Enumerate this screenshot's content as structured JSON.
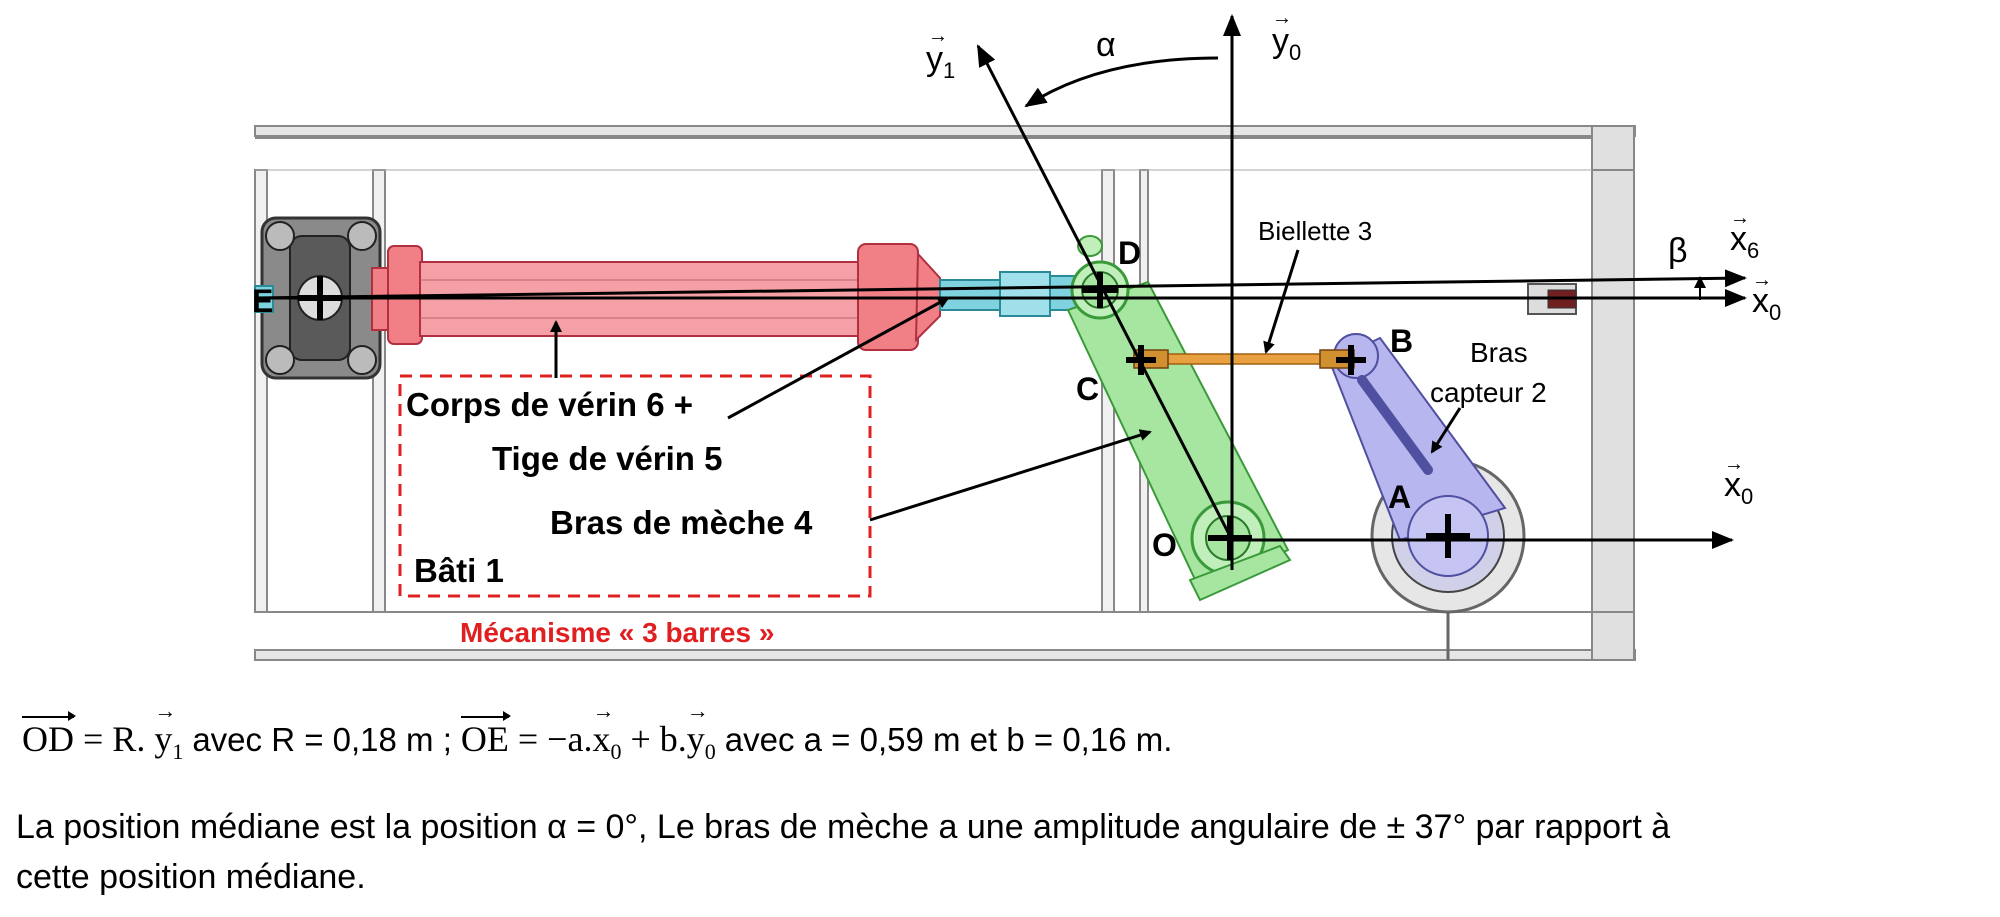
{
  "labels": {
    "y1": "y",
    "y1_sub": "1",
    "y0": "y",
    "y0_sub": "0",
    "alpha": "α",
    "beta": "β",
    "x6": "x",
    "x6_sub": "6",
    "x0_top": "x",
    "x0_top_sub": "0",
    "x0_bottom": "x",
    "x0_bottom_sub": "0",
    "point_D": "D",
    "point_E": "E",
    "point_C": "C",
    "point_B": "B",
    "point_A": "A",
    "point_O": "O",
    "biellette": "Biellette 3",
    "bras_capteur_1": "Bras",
    "bras_capteur_2": "capteur 2",
    "corps_verin": "Corps de vérin 6 +",
    "tige_verin": "Tige de vérin 5",
    "bras_meche": "Bras de mèche 4",
    "bati": "Bâti 1",
    "mecanisme": "Mécanisme « 3 barres »"
  },
  "equation": {
    "od": "OD",
    "od_rhs": "= R.",
    "od_y": "y",
    "od_y_sub": "1",
    "od_avec": "avec R = 0,18 m ;",
    "oe": "OE",
    "oe_rhs": "= −a.",
    "oe_x": "x",
    "oe_x_sub": "0",
    "oe_plus": "+ b.",
    "oe_y": "y",
    "oe_y_sub": "0",
    "oe_avec": "avec a = 0,59 m et b = 0,16 m."
  },
  "paragraph": {
    "line1": "La position médiane est la position α = 0°, Le bras de mèche a une amplitude angulaire de ± 37° par rapport à",
    "line2": "cette position médiane."
  },
  "colors": {
    "cylinder": "#f07f86",
    "rod": "#7fd3df",
    "arm4": "#a6e6a0",
    "sensor_arm": "#b8b6ef",
    "link3": "#e8a040",
    "frame": "#d9d9d9",
    "dashed_box": "#e02020"
  }
}
